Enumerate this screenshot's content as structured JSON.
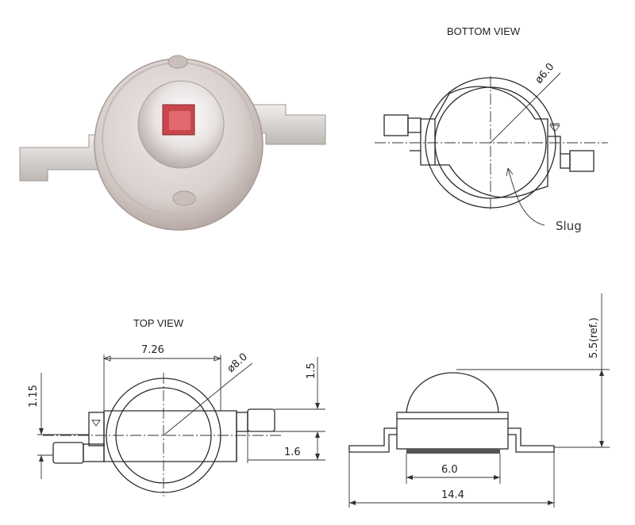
{
  "views": {
    "bottom": {
      "title": "BOTTOM VIEW",
      "diameter": "ø6.0",
      "slug_label": "Slug"
    },
    "top": {
      "title": "TOP VIEW",
      "width": "7.26",
      "diameter": "ø8.0",
      "dim_left": "1.15",
      "dim_right_top": "1.5",
      "dim_right_bottom": "1.6"
    },
    "side": {
      "height": "5.5(ref.)",
      "slug_width": "6.0",
      "overall_width": "14.4"
    }
  },
  "photo": {
    "chip_color": "#c8464c",
    "body_color": "#d8d0cd",
    "lead_color": "#cfcac6"
  }
}
